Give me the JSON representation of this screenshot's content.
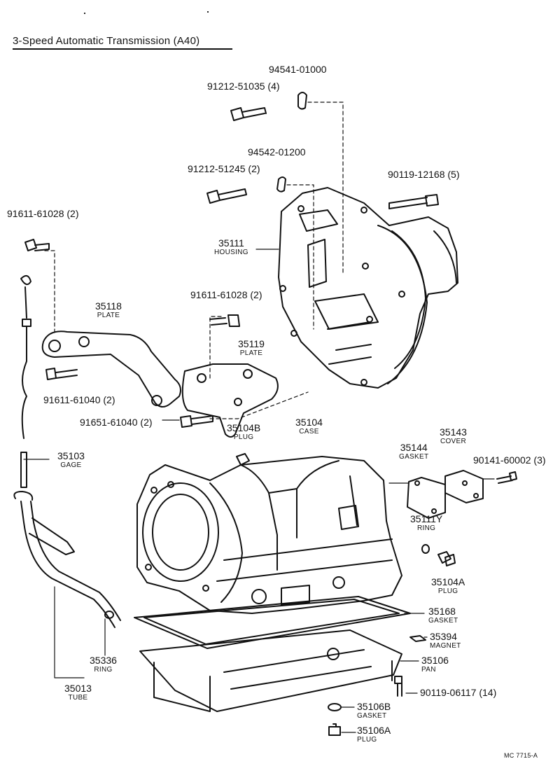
{
  "title": "3-Speed Automatic Transmission (A40)",
  "reference_code": "MC 7715-A",
  "callouts": {
    "p94541": {
      "number": "94541-01000",
      "name": ""
    },
    "p91212_51035": {
      "number": "91212-51035 (4)",
      "name": ""
    },
    "p94542": {
      "number": "94542-01200",
      "name": ""
    },
    "p91212_51245": {
      "number": "91212-51245 (2)",
      "name": ""
    },
    "p90119_12168": {
      "number": "90119-12168 (5)",
      "name": ""
    },
    "p91611_a": {
      "number": "91611-61028 (2)",
      "name": ""
    },
    "p35111": {
      "number": "35111",
      "name": "HOUSING"
    },
    "p35118": {
      "number": "35118",
      "name": "PLATE"
    },
    "p91611_b": {
      "number": "91611-61028 (2)",
      "name": ""
    },
    "p35119": {
      "number": "35119",
      "name": "PLATE"
    },
    "p91611_61040": {
      "number": "91611-61040 (2)",
      "name": ""
    },
    "p91651_61040": {
      "number": "91651-61040 (2)",
      "name": ""
    },
    "p35104B": {
      "number": "35104B",
      "name": "PLUG"
    },
    "p35104": {
      "number": "35104",
      "name": "CASE"
    },
    "p35143": {
      "number": "35143",
      "name": "COVER"
    },
    "p35144": {
      "number": "35144",
      "name": "GASKET"
    },
    "p90141": {
      "number": "90141-60002 (3)",
      "name": ""
    },
    "p35103": {
      "number": "35103",
      "name": "GAGE"
    },
    "p35111Y": {
      "number": "35111Y",
      "name": "RING"
    },
    "p35104A": {
      "number": "35104A",
      "name": "PLUG"
    },
    "p35168": {
      "number": "35168",
      "name": "GASKET"
    },
    "p35394": {
      "number": "35394",
      "name": "MAGNET"
    },
    "p35336": {
      "number": "35336",
      "name": "RING"
    },
    "p35106": {
      "number": "35106",
      "name": "PAN"
    },
    "p35013": {
      "number": "35013",
      "name": "TUBE"
    },
    "p90119_06117": {
      "number": "90119-06117 (14)",
      "name": ""
    },
    "p35106B": {
      "number": "35106B",
      "name": "GASKET"
    },
    "p35106A": {
      "number": "35106A",
      "name": "PLUG"
    }
  },
  "colors": {
    "ink": "#111111",
    "paper": "#ffffff"
  }
}
